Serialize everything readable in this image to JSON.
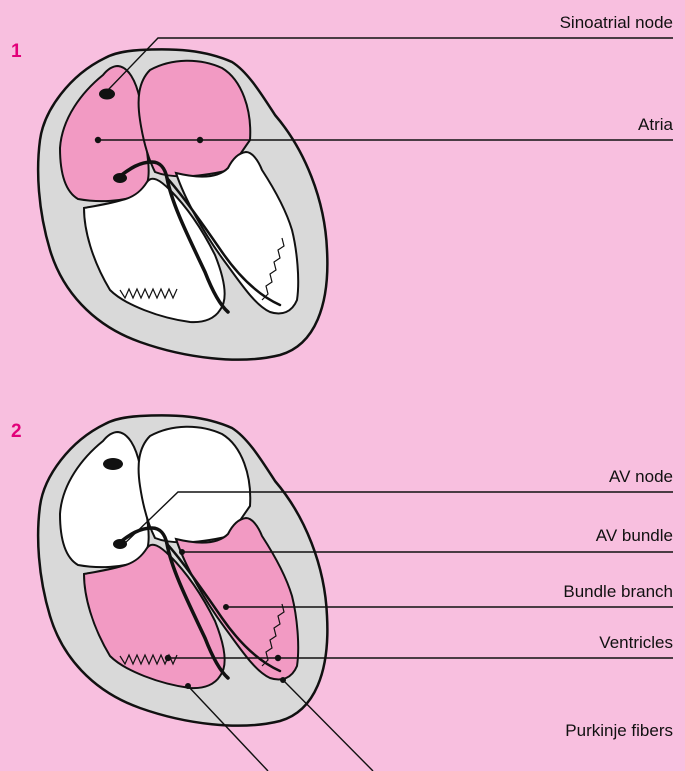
{
  "panels": [
    {
      "number": "1"
    },
    {
      "number": "2"
    }
  ],
  "labels": {
    "sinoatrial_node": "Sinoatrial node",
    "atria": "Atria",
    "av_node": "AV node",
    "av_bundle": "AV bundle",
    "bundle_branch": "Bundle branch",
    "ventricles": "Ventricles",
    "purkinje_fibers": "Purkinje fibers"
  },
  "colors": {
    "background": "#f8bfdf",
    "heart_wall": "#d9d9d9",
    "highlight": "#f29ac3",
    "chamber_unhighlighted": "#ffffff",
    "panel_number": "#e2007a",
    "outline": "#111111"
  }
}
